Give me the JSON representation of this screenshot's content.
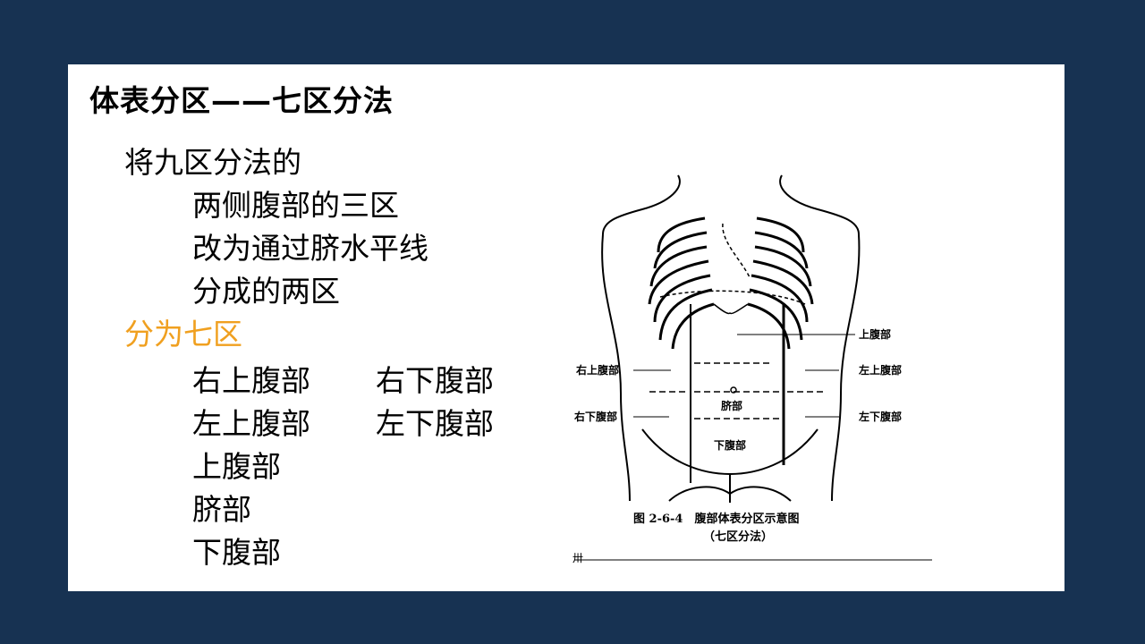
{
  "slide": {
    "title": "体表分区——七区分法",
    "lines": [
      "将九区分法的",
      "两侧腹部的三区",
      "改为通过脐水平线",
      "分成的两区",
      "分为七区",
      "右上腹部",
      "右下腹部",
      "左上腹部",
      "左下腹部",
      "上腹部",
      "脐部",
      "下腹部"
    ]
  },
  "figure": {
    "labels": {
      "upper_abdomen": "上腹部",
      "right_upper": "右上腹部",
      "left_upper": "左上腹部",
      "umbilical": "脐部",
      "right_lower": "右下腹部",
      "left_lower": "左下腹部",
      "hypogastric": "下腹部"
    },
    "caption_line1": "图 2-6-4　腹部体表分区示意图",
    "caption_line2": "（七区分法）",
    "footer_fragment": "卅"
  },
  "colors": {
    "background": "#173252",
    "slide": "#ffffff",
    "accent": "#f0a020",
    "text": "#000000"
  }
}
